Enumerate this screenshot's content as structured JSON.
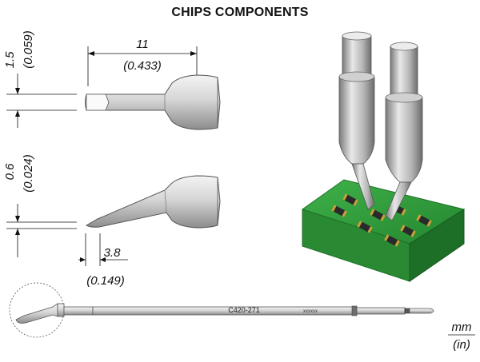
{
  "title": "CHIPS COMPONENTS",
  "dimensions": {
    "length_mm": "11",
    "length_in": "(0.433)",
    "width_mm": "1.5",
    "width_in": "(0.059)",
    "thickness_mm": "0.6",
    "thickness_in": "(0.024)",
    "tip_mm": "3.8",
    "tip_in": "(0.149)"
  },
  "part_number": "C420-271",
  "serial_marking": "xxxxxx",
  "units": {
    "primary": "mm",
    "secondary": "(in)"
  },
  "colors": {
    "steel_light": "#e4e4e4",
    "steel_dark": "#8a8a8a",
    "pcb_green": "#2e9a3a",
    "chip_dark": "#2a2a2a",
    "chip_pad": "#c9a23a"
  }
}
